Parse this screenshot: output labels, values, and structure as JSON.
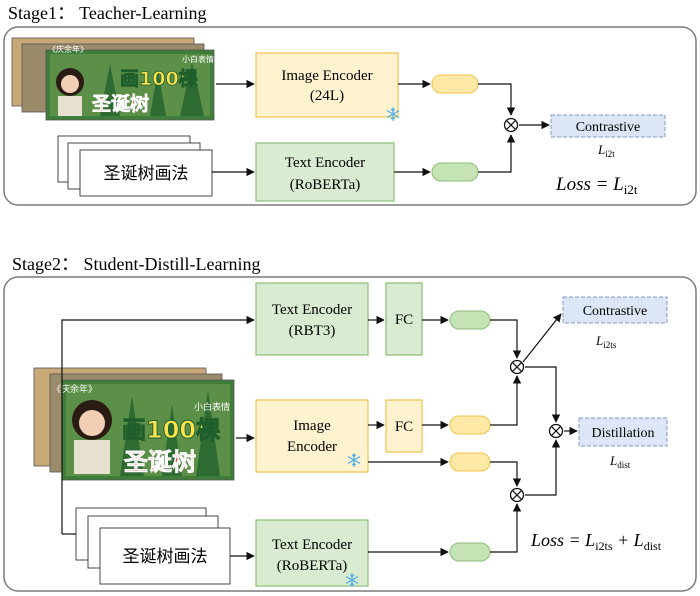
{
  "stage1": {
    "title": "Stage1： Teacher-Learning",
    "image_encoder_line1": "Image Encoder",
    "image_encoder_line2": "(24L)",
    "text_encoder_line1": "Text Encoder",
    "text_encoder_line2": "(RoBERTa)",
    "text_input": "圣诞树画法",
    "loss_box": "Contrastive",
    "loss_symbol": "L",
    "loss_symbol_sub": "i2t",
    "loss_eq_prefix": "Loss = L",
    "loss_eq_sub": "i2t"
  },
  "stage2": {
    "title": "Stage2： Student-Distill-Learning",
    "text_encoder_rbt3_line1": "Text Encoder",
    "text_encoder_rbt3_line2": "(RBT3)",
    "fc_top": "FC",
    "image_encoder_line1": "Image",
    "image_encoder_line2": "Encoder",
    "fc_mid": "FC",
    "text_encoder_line1": "Text Encoder",
    "text_encoder_line2": "(RoBERTa)",
    "text_input": "圣诞树画法",
    "contrastive_box": "Contrastive",
    "contrastive_symbol": "L",
    "contrastive_sub": "i2ts",
    "distillation_box": "Distillation",
    "distillation_symbol": "L",
    "distillation_sub": "dist",
    "loss_eq_prefix": "Loss = L",
    "loss_eq_sub1": "i2ts",
    "loss_eq_mid": " + L",
    "loss_eq_sub2": "dist"
  },
  "thumbnail": {
    "corner_tag": "《庆余年》",
    "top_right": "小白表情",
    "big_line1": "画100棵",
    "big_line2": "圣诞树"
  },
  "colors": {
    "image_encoder_fill": "#fff3cf",
    "image_encoder_stroke": "#f0c24a",
    "text_encoder_fill": "#d9ebd0",
    "text_encoder_stroke": "#8cbf76",
    "loss_box_fill": "#dce6f6",
    "loss_box_stroke": "#7f98c8",
    "yellow_pill": "#ffe9a6",
    "green_pill": "#c6e3b6",
    "snowflake": "#5ab0e8",
    "thumbnail_red": "#d3302a",
    "thumbnail_green": "#2f8a3e"
  }
}
